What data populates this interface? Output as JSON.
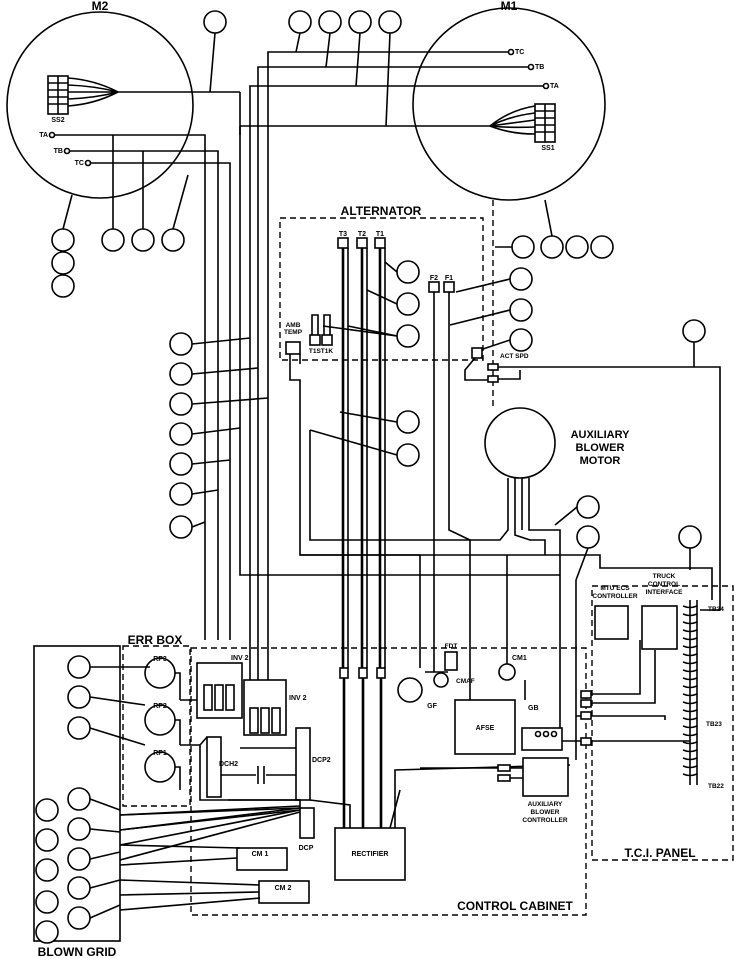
{
  "title_line": "",
  "labels": {
    "m2": "M2",
    "m1": "M1",
    "ss2": "SS2",
    "ss1": "SS1",
    "ta_left": "TA",
    "tb_left": "TB",
    "tc_left": "TC",
    "tc_right": "TC",
    "tb_right": "TB",
    "ta_right": "TA",
    "alternator": "ALTERNATOR",
    "t3": "T3",
    "t2": "T2",
    "t1": "T1",
    "f2": "F2",
    "f1": "F1",
    "amb_temp_1": "AMB",
    "amb_temp_2": "TEMP",
    "t1st1k": "T1ST1K",
    "act_spd": "ACT SPD",
    "aux_motor_1": "AUXILIARY",
    "aux_motor_2": "BLOWER",
    "aux_motor_3": "MOTOR",
    "err_box": "ERR BOX",
    "rp3": "RP3",
    "rp2": "RP2",
    "rp1": "RP1",
    "inv2_a": "INV 2",
    "inv2_b": "INV 2",
    "dch2": "DCH2",
    "dcp2": "DCP2",
    "dcp": "DCP",
    "rectifier": "RECTIFIER",
    "cm1_left": "CM 1",
    "cm2": "CM 2",
    "fdt": "FDT",
    "cmaf": "CMAF",
    "gf": "GF",
    "afse": "AFSE",
    "cm1_right": "CM1",
    "gb": "GB",
    "abc_1": "AUXILIARY",
    "abc_2": "BLOWER",
    "abc_3": "CONTROLLER",
    "control_cabinet": "CONTROL CABINET",
    "mtu_1": "MTU ECS",
    "mtu_2": "CONTROLLER",
    "tci_1": "TRUCK",
    "tci_2": "CONTROL",
    "tci_3": "INTERFACE",
    "tb24": "TB24",
    "tb23": "TB23",
    "tb22": "TB22",
    "tci_panel": "T.C.I. PANEL",
    "blown_grid": "BLOWN GRID"
  },
  "colors": {
    "ink": "#000000",
    "paper": "#ffffff"
  }
}
